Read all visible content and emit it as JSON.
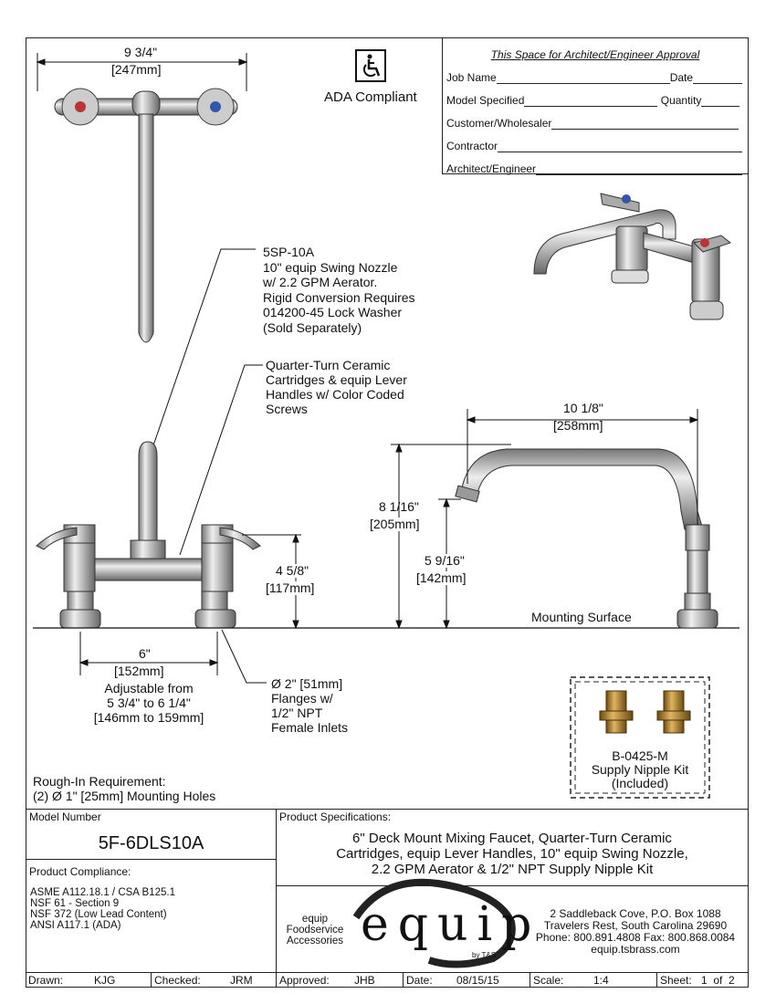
{
  "approval": {
    "heading": "This Space for Architect/Engineer Approval",
    "fields": [
      {
        "label": "Job Name",
        "label2": "Date"
      },
      {
        "label": "Model Specified",
        "label2": "Quantity"
      },
      {
        "label": "Customer/Wholesaler"
      },
      {
        "label": "Contractor"
      },
      {
        "label": "Architect/Engineer"
      }
    ]
  },
  "ada": {
    "label": "ADA Compliant",
    "icon": "wheelchair-icon"
  },
  "dims": {
    "top_width_in": "9 3/4\"",
    "top_width_mm": "247mm",
    "spout_width_in": "10 1/8\"",
    "spout_width_mm": "258mm",
    "height_total_in": "8 1/16\"",
    "height_total_mm": "205mm",
    "height_outlet_in": "5 9/16\"",
    "height_outlet_mm": "142mm",
    "body_height_in": "4 5/8\"",
    "body_height_mm": "117mm",
    "centers_in": "6\"",
    "centers_mm": "152mm",
    "adjustable": [
      "Adjustable from",
      "5 3/4\" to 6 1/4\"",
      "[146mm to 159mm]"
    ]
  },
  "callouts": {
    "nozzle": [
      "5SP-10A",
      "10\" equip Swing Nozzle",
      "w/ 2.2 GPM Aerator.",
      "Rigid Conversion Requires",
      "014200-45 Lock Washer",
      "(Sold Separately)"
    ],
    "cartridge": [
      "Quarter-Turn Ceramic",
      "Cartridges & equip Lever",
      "Handles w/ Color Coded",
      "Screws"
    ],
    "flange": [
      "Ø 2\" [51mm]",
      "Flanges w/",
      "1/2\" NPT",
      "Female Inlets"
    ],
    "mounting_surface": "Mounting Surface"
  },
  "kit": {
    "lines": [
      "B-0425-M",
      "Supply Nipple Kit",
      "(Included)"
    ]
  },
  "rough_in": [
    "Rough-In Requirement:",
    "(2) Ø 1\" [25mm] Mounting Holes"
  ],
  "title_block": {
    "model_label": "Model Number",
    "model": "5F-6DLS10A",
    "compliance_label": "Product Compliance:",
    "compliance": [
      "ASME A112.18.1 / CSA B125.1",
      "NSF 61 - Section 9",
      "NSF 372 (Low Lead Content)",
      "ANSI A117.1 (ADA)"
    ],
    "spec_label": "Product Specifications:",
    "spec": [
      "6\" Deck Mount Mixing Faucet, Quarter-Turn Ceramic",
      "Cartridges, equip Lever Handles, 10\" equip Swing Nozzle,",
      "2.2 GPM Aerator & 1/2\" NPT Supply Nipple Kit"
    ],
    "brand_tag": [
      "equip",
      "Foodservice",
      "Accessories"
    ],
    "logo_text": "equip",
    "logo_sub": "by T&S",
    "address": [
      "2 Saddleback Cove, P.O. Box 1088",
      "Travelers Rest, South Carolina 29690",
      "Phone: 800.891.4808  Fax: 800.868.0084",
      "equip.tsbrass.com"
    ],
    "footer": {
      "drawn_label": "Drawn:",
      "drawn": "KJG",
      "checked_label": "Checked:",
      "checked": "JRM",
      "approved_label": "Approved:",
      "approved": "JHB",
      "date_label": "Date:",
      "date": "08/15/15",
      "scale_label": "Scale:",
      "scale": "1:4",
      "sheet_label": "Sheet:",
      "sheet": "1  of  2"
    }
  }
}
